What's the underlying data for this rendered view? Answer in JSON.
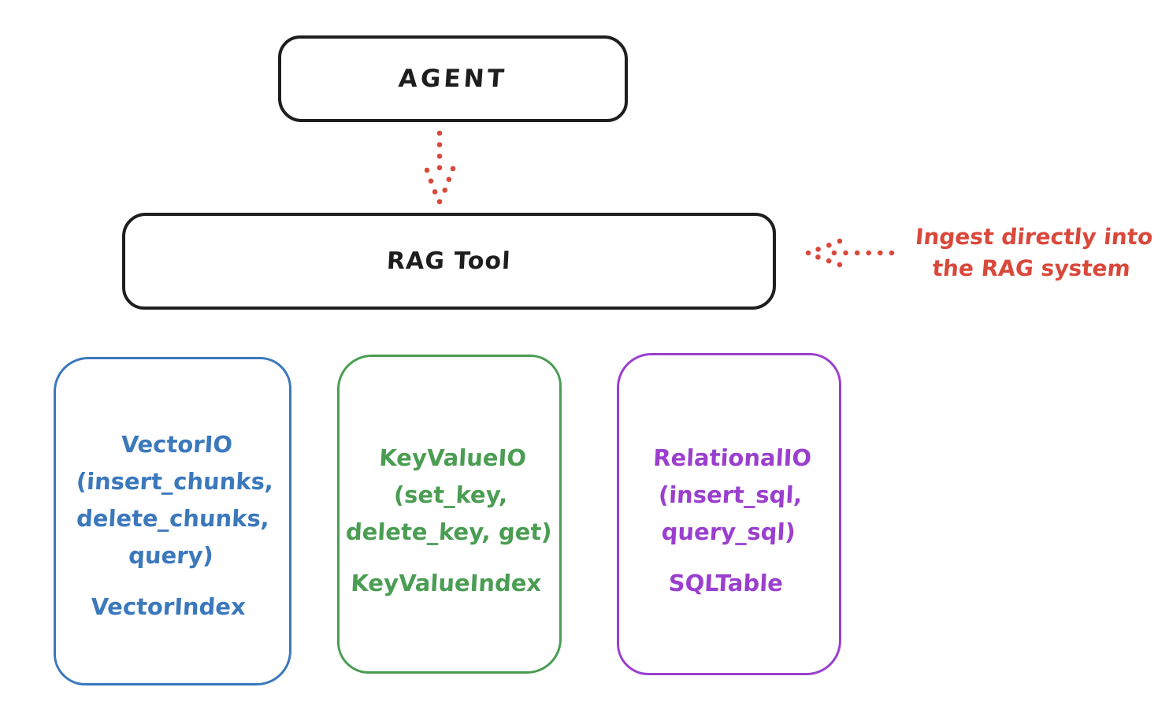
{
  "colors": {
    "ink": "#1e1e1e",
    "annotation_red": "#d9483b",
    "vector_blue": "#3b78bc",
    "keyvalue_green": "#4a9d52",
    "relational_purple": "#9a3fce",
    "background": "#ffffff"
  },
  "diagram": {
    "agent": {
      "label": "AGENT"
    },
    "rag_tool": {
      "label": "RAG Tool"
    },
    "annotation": {
      "line1": "Ingest directly into",
      "line2": "the RAG system"
    },
    "backends": [
      {
        "name": "VectorIO",
        "color": "#3b78bc",
        "lines": [
          "VectorIO",
          "(insert_chunks,",
          "delete_chunks,",
          "query)"
        ],
        "index_label": "VectorIndex"
      },
      {
        "name": "KeyValueIO",
        "color": "#4a9d52",
        "lines": [
          "KeyValueIO",
          "(set_key,",
          "delete_key, get)"
        ],
        "index_label": "KeyValueIndex"
      },
      {
        "name": "RelationalIO",
        "color": "#9a3fce",
        "lines": [
          "RelationalIO",
          "(insert_sql,",
          "query_sql)"
        ],
        "index_label": "SQLTable"
      }
    ]
  }
}
